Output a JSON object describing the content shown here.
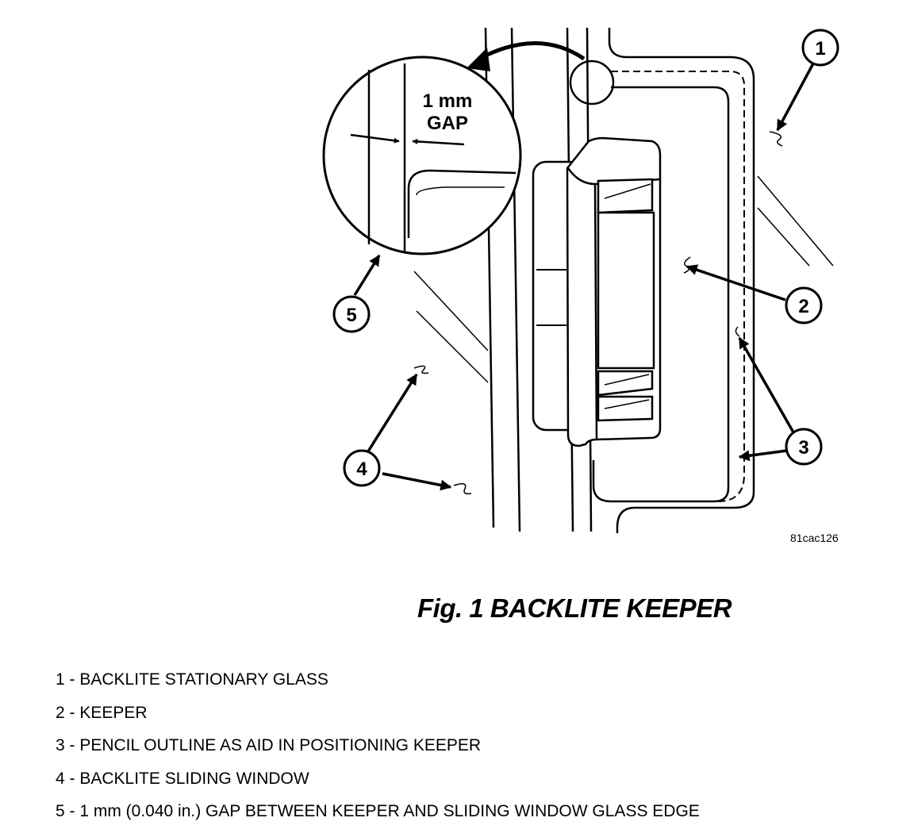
{
  "figure": {
    "gap_label_line1": "1 mm",
    "gap_label_line2": "GAP",
    "image_code": "81cac126",
    "callouts": [
      "1",
      "2",
      "3",
      "4",
      "5"
    ]
  },
  "caption": "Fig. 1 BACKLITE KEEPER",
  "legend": [
    "1 - BACKLITE STATIONARY GLASS",
    "2 - KEEPER",
    "3 - PENCIL OUTLINE AS AID IN POSITIONING KEEPER",
    "4 - BACKLITE SLIDING WINDOW",
    "5 - 1 mm (0.040 in.) GAP BETWEEN KEEPER AND SLIDING WINDOW GLASS EDGE"
  ]
}
